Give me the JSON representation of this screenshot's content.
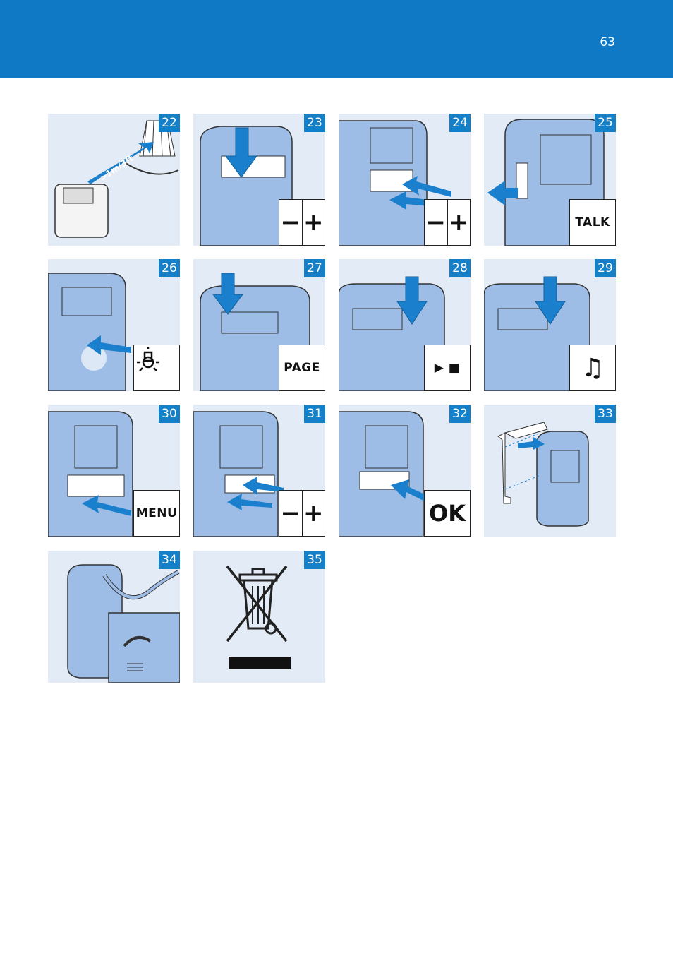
{
  "page": {
    "number": "63"
  },
  "panels": [
    {
      "id": "22",
      "key": "",
      "tag": ">1m/3ft"
    },
    {
      "id": "23",
      "key_minus": "−",
      "key_plus": "+"
    },
    {
      "id": "24",
      "key_minus": "−",
      "key_plus": "+"
    },
    {
      "id": "25",
      "key": "TALK"
    },
    {
      "id": "26",
      "key": "light-icon"
    },
    {
      "id": "27",
      "key": "PAGE"
    },
    {
      "id": "28",
      "key": "▶ ■"
    },
    {
      "id": "29",
      "key": "♫"
    },
    {
      "id": "30",
      "key": "MENU"
    },
    {
      "id": "31",
      "key_minus": "−",
      "key_plus": "+"
    },
    {
      "id": "32",
      "key": "OK"
    },
    {
      "id": "33",
      "key": ""
    },
    {
      "id": "34",
      "key": ""
    },
    {
      "id": "35",
      "key": ""
    }
  ],
  "colors": {
    "header": "#1079c6",
    "panel_bg": "#e3ebf6",
    "device": "#9dbde6",
    "arrow": "#1a7fcc"
  }
}
